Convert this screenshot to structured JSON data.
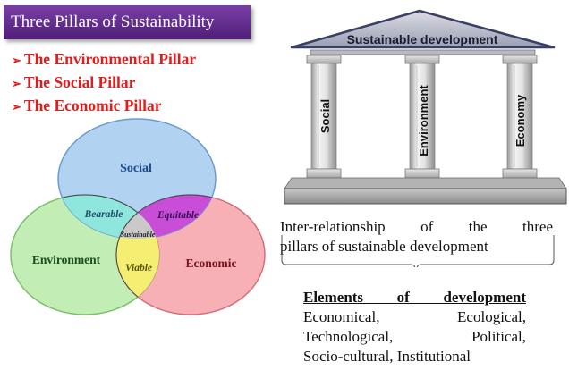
{
  "title": "Three Pillars of Sustainability",
  "pillars": [
    "The Environmental Pillar",
    "The Social Pillar",
    "The Economic Pillar"
  ],
  "venn": {
    "circles": {
      "social": "Social",
      "environment": "Environment",
      "economic": "Economic"
    },
    "overlaps": {
      "bearable": "Bearable",
      "equitable": "Equitable",
      "viable": "Viable",
      "sustainable": "Sustainable"
    },
    "colors": {
      "social": "#7fb4ea",
      "environment": "#8fe07a",
      "economic": "#ef6f7a",
      "bearable": "#8ee6dc",
      "equitable": "#c84ed8",
      "viable": "#f4ef72",
      "sustainable": "#c9c9c9"
    }
  },
  "temple": {
    "roof_label": "Sustainable development",
    "columns": [
      "Social",
      "Environment",
      "Economy"
    ]
  },
  "caption": {
    "line1": "Inter-relationship of the three",
    "line2": "pillars of sustainable development"
  },
  "elements": {
    "heading": "Elements of development",
    "rows": [
      "Economical, Ecological,",
      "Technological, Political,",
      "Socio-cultural, Institutional"
    ]
  }
}
